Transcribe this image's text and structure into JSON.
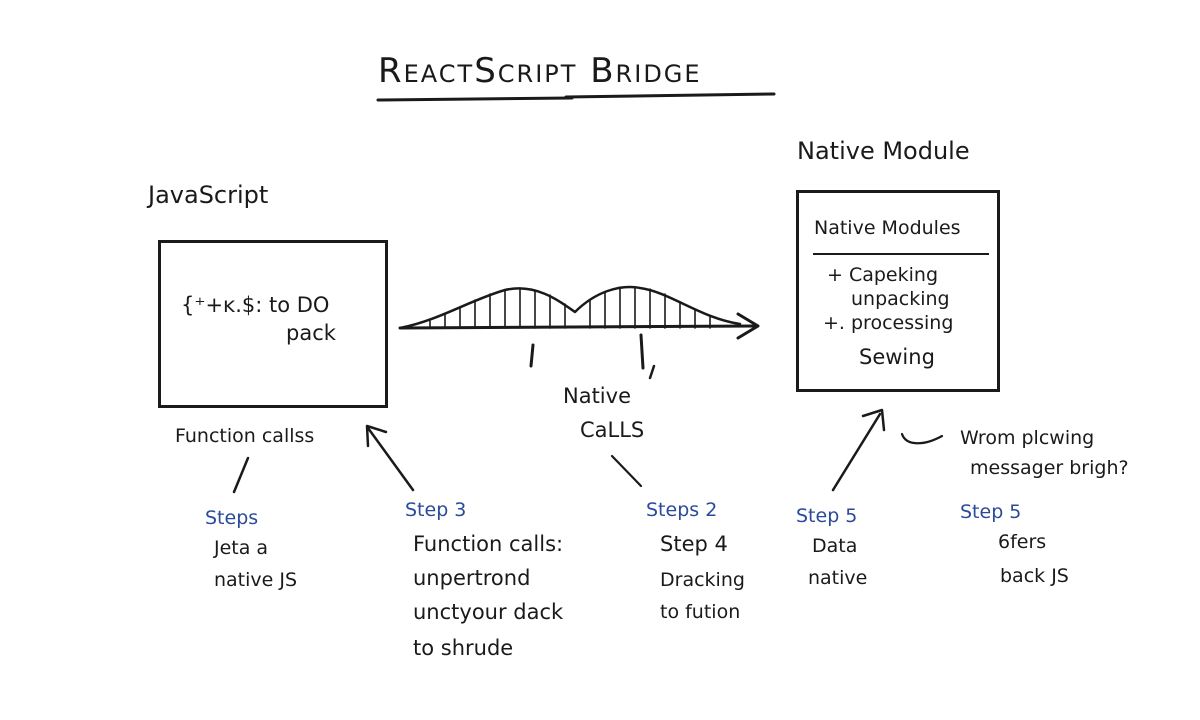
{
  "title": "ReactScript Bridge",
  "javascript": {
    "heading": "JavaScript",
    "box_line1": "{⁺+ĸ.$: to DO",
    "box_line2": "pack",
    "caption": "Function callss"
  },
  "bridge": {
    "label_line1": "Native",
    "label_line2": "CaLLS"
  },
  "native": {
    "heading": "Native Module",
    "box_title": "Native Modules",
    "items": [
      "+ Capeking",
      "unpacking",
      "+. processing",
      "Sewing"
    ]
  },
  "side_note": {
    "line1": "Wrom plcwing",
    "line2": "messager brigh?"
  },
  "steps": [
    {
      "label": "Steps",
      "lines": [
        "Jeta a",
        "native JS"
      ]
    },
    {
      "label": "Step 3",
      "lines": [
        "Function calls:",
        "unpertrond",
        "unctyour dack",
        "to shrude"
      ]
    },
    {
      "label": "Steps 2",
      "lines": [
        "Step 4",
        "Dracking",
        "to fution"
      ]
    },
    {
      "label": "Step 5",
      "lines": [
        "Data",
        "native"
      ]
    },
    {
      "label": "Step 5",
      "lines": [
        "6fers",
        "back JS"
      ]
    }
  ],
  "colors": {
    "ink": "#1a1a1a",
    "step_blue": "#2a4a9a"
  }
}
